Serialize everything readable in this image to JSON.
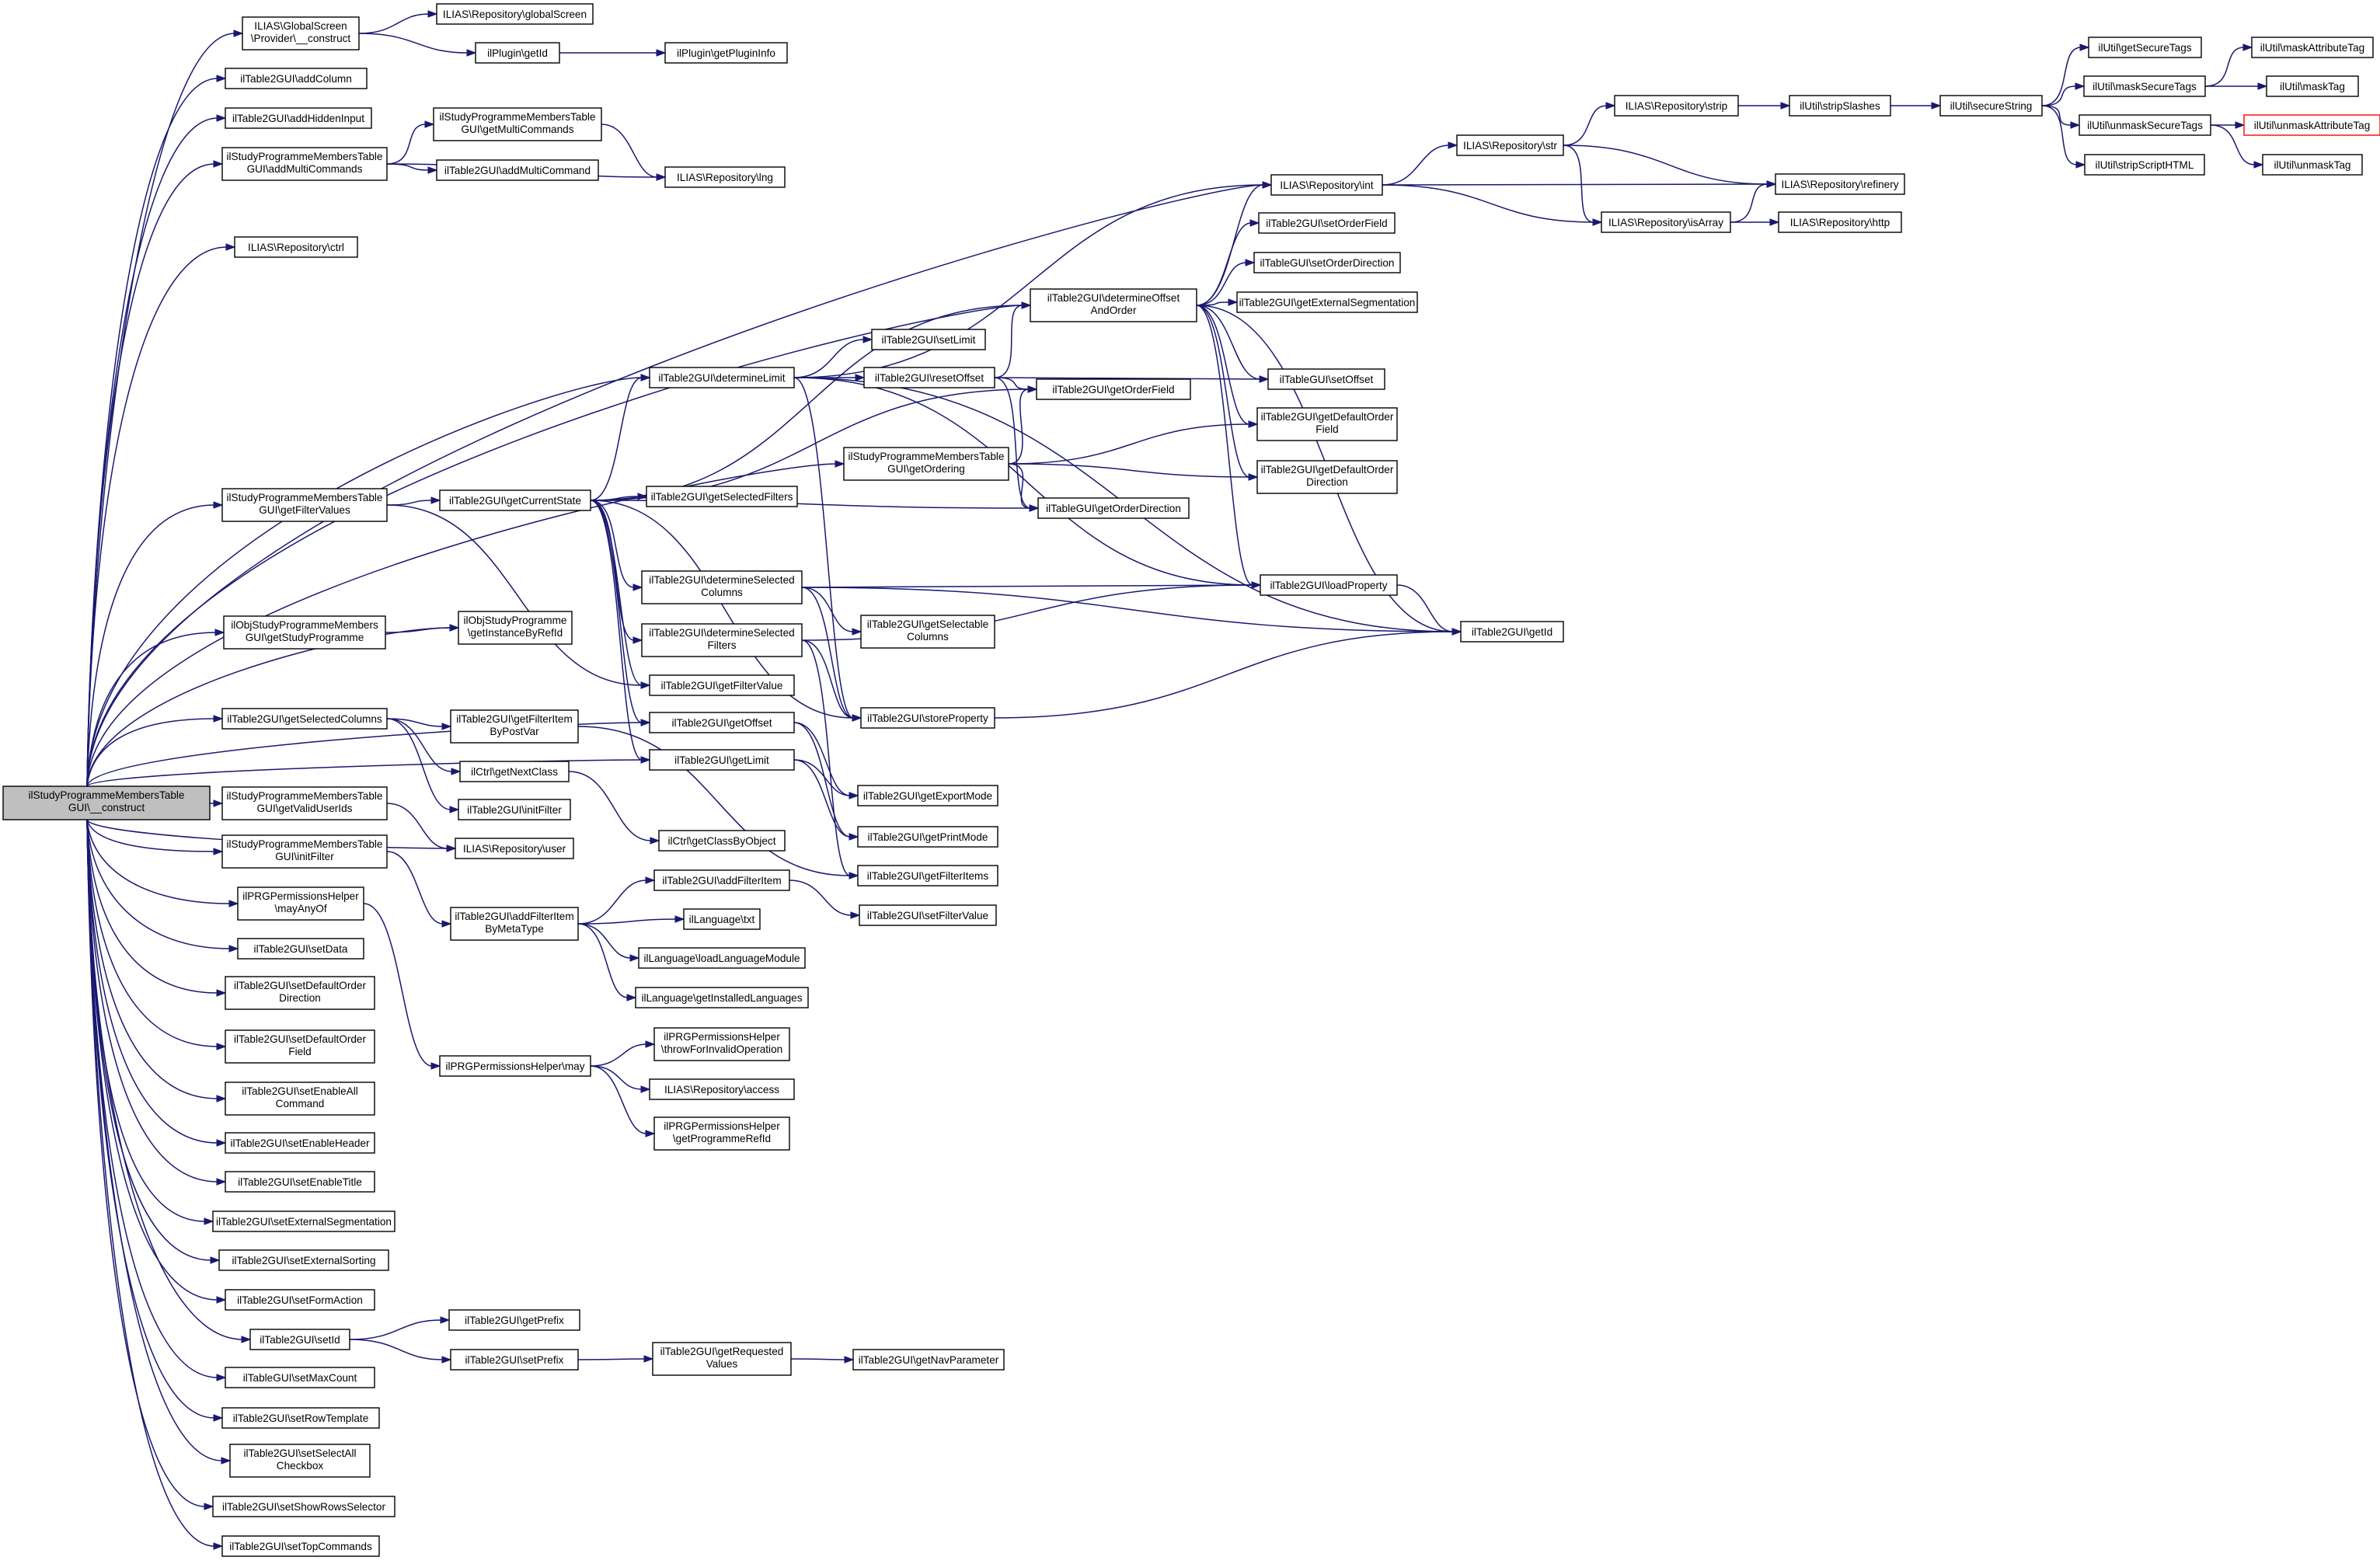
{
  "colors": {
    "edge": "#191970",
    "node_border": "#000000",
    "root_fill": "#bfbfbf",
    "highlight_border": "#ff0000",
    "background": "#ffffff"
  },
  "nodes": [
    {
      "id": "root",
      "lines": [
        "ilStudyProgrammeMembersTable",
        "GUI\\__construct"
      ]
    },
    {
      "id": "gsp",
      "lines": [
        "ILIAS\\GlobalScreen",
        "\\Provider\\__construct"
      ]
    },
    {
      "id": "repoGS",
      "lines": [
        "ILIAS\\Repository\\globalScreen"
      ]
    },
    {
      "id": "plGetId",
      "lines": [
        "ilPlugin\\getId"
      ]
    },
    {
      "id": "plInfo",
      "lines": [
        "ilPlugin\\getPluginInfo"
      ]
    },
    {
      "id": "addCol",
      "lines": [
        "ilTable2GUI\\addColumn"
      ]
    },
    {
      "id": "addHid",
      "lines": [
        "ilTable2GUI\\addHiddenInput"
      ]
    },
    {
      "id": "spAddMC",
      "lines": [
        "ilStudyProgrammeMembersTable",
        "GUI\\addMultiCommands"
      ]
    },
    {
      "id": "spGetMC",
      "lines": [
        "ilStudyProgrammeMembersTable",
        "GUI\\getMultiCommands"
      ]
    },
    {
      "id": "addMC",
      "lines": [
        "ilTable2GUI\\addMultiCommand"
      ]
    },
    {
      "id": "lng",
      "lines": [
        "ILIAS\\Repository\\lng"
      ]
    },
    {
      "id": "ctrl",
      "lines": [
        "ILIAS\\Repository\\ctrl"
      ]
    },
    {
      "id": "int",
      "lines": [
        "ILIAS\\Repository\\int"
      ]
    },
    {
      "id": "str",
      "lines": [
        "ILIAS\\Repository\\str"
      ]
    },
    {
      "id": "strip",
      "lines": [
        "ILIAS\\Repository\\strip"
      ]
    },
    {
      "id": "stripSl",
      "lines": [
        "ilUtil\\stripSlashes"
      ]
    },
    {
      "id": "secStr",
      "lines": [
        "ilUtil\\secureString"
      ]
    },
    {
      "id": "getSecT",
      "lines": [
        "ilUtil\\getSecureTags"
      ]
    },
    {
      "id": "maskSecT",
      "lines": [
        "ilUtil\\maskSecureTags"
      ]
    },
    {
      "id": "unmaskSecT",
      "lines": [
        "ilUtil\\unmaskSecureTags"
      ]
    },
    {
      "id": "stripHTML",
      "lines": [
        "ilUtil\\stripScriptHTML"
      ]
    },
    {
      "id": "maskAttr",
      "lines": [
        "ilUtil\\maskAttributeTag"
      ]
    },
    {
      "id": "maskTag",
      "lines": [
        "ilUtil\\maskTag"
      ]
    },
    {
      "id": "unmaskAttr",
      "lines": [
        "ilUtil\\unmaskAttributeTag"
      ]
    },
    {
      "id": "unmaskTag",
      "lines": [
        "ilUtil\\unmaskTag"
      ]
    },
    {
      "id": "refinery",
      "lines": [
        "ILIAS\\Repository\\refinery"
      ]
    },
    {
      "id": "isArray",
      "lines": [
        "ILIAS\\Repository\\isArray"
      ]
    },
    {
      "id": "http",
      "lines": [
        "ILIAS\\Repository\\http"
      ]
    },
    {
      "id": "setOF",
      "lines": [
        "ilTable2GUI\\setOrderField"
      ]
    },
    {
      "id": "setOD",
      "lines": [
        "ilTableGUI\\setOrderDirection"
      ]
    },
    {
      "id": "getExtSeg",
      "lines": [
        "ilTable2GUI\\getExternalSegmentation"
      ]
    },
    {
      "id": "detOAO",
      "lines": [
        "ilTable2GUI\\determineOffset",
        "AndOrder"
      ]
    },
    {
      "id": "setLimit",
      "lines": [
        "ilTable2GUI\\setLimit"
      ]
    },
    {
      "id": "detLimit",
      "lines": [
        "ilTable2GUI\\determineLimit"
      ]
    },
    {
      "id": "resetOff",
      "lines": [
        "ilTable2GUI\\resetOffset"
      ]
    },
    {
      "id": "setOff",
      "lines": [
        "ilTableGUI\\setOffset"
      ]
    },
    {
      "id": "getOF",
      "lines": [
        "ilTable2GUI\\getOrderField"
      ]
    },
    {
      "id": "getDOF",
      "lines": [
        "ilTable2GUI\\getDefaultOrder",
        "Field"
      ]
    },
    {
      "id": "spGetOrd",
      "lines": [
        "ilStudyProgrammeMembersTable",
        "GUI\\getOrdering"
      ]
    },
    {
      "id": "getDOD",
      "lines": [
        "ilTable2GUI\\getDefaultOrder",
        "Direction"
      ]
    },
    {
      "id": "spGetFV",
      "lines": [
        "ilStudyProgrammeMembersTable",
        "GUI\\getFilterValues"
      ]
    },
    {
      "id": "getCS",
      "lines": [
        "ilTable2GUI\\getCurrentState"
      ]
    },
    {
      "id": "getSelF",
      "lines": [
        "ilTable2GUI\\getSelectedFilters"
      ]
    },
    {
      "id": "getODir",
      "lines": [
        "ilTableGUI\\getOrderDirection"
      ]
    },
    {
      "id": "detSelC",
      "lines": [
        "ilTable2GUI\\determineSelected",
        "Columns"
      ]
    },
    {
      "id": "loadProp",
      "lines": [
        "ilTable2GUI\\loadProperty"
      ]
    },
    {
      "id": "getSelectable",
      "lines": [
        "ilTable2GUI\\getSelectable",
        "Columns"
      ]
    },
    {
      "id": "getIdT",
      "lines": [
        "ilTable2GUI\\getId"
      ]
    },
    {
      "id": "objSP",
      "lines": [
        "ilObjStudyProgrammeMembers",
        "GUI\\getStudyProgramme"
      ]
    },
    {
      "id": "getInst",
      "lines": [
        "ilObjStudyProgramme",
        "\\getInstanceByRefId"
      ]
    },
    {
      "id": "detSelF",
      "lines": [
        "ilTable2GUI\\determineSelected",
        "Filters"
      ]
    },
    {
      "id": "getFV",
      "lines": [
        "ilTable2GUI\\getFilterValue"
      ]
    },
    {
      "id": "storeProp",
      "lines": [
        "ilTable2GUI\\storeProperty"
      ]
    },
    {
      "id": "getSelCol",
      "lines": [
        "ilTable2GUI\\getSelectedColumns"
      ]
    },
    {
      "id": "getFIPV",
      "lines": [
        "ilTable2GUI\\getFilterItem",
        "ByPostVar"
      ]
    },
    {
      "id": "getOffset",
      "lines": [
        "ilTable2GUI\\getOffset"
      ]
    },
    {
      "id": "getNextClass",
      "lines": [
        "ilCtrl\\getNextClass"
      ]
    },
    {
      "id": "getLimit",
      "lines": [
        "ilTable2GUI\\getLimit"
      ]
    },
    {
      "id": "getExpMode",
      "lines": [
        "ilTable2GUI\\getExportMode"
      ]
    },
    {
      "id": "initFilter",
      "lines": [
        "ilTable2GUI\\initFilter"
      ]
    },
    {
      "id": "spValid",
      "lines": [
        "ilStudyProgrammeMembersTable",
        "GUI\\getValidUserIds"
      ]
    },
    {
      "id": "getPrintMode",
      "lines": [
        "ilTable2GUI\\getPrintMode"
      ]
    },
    {
      "id": "classByObj",
      "lines": [
        "ilCtrl\\getClassByObject"
      ]
    },
    {
      "id": "user",
      "lines": [
        "ILIAS\\Repository\\user"
      ]
    },
    {
      "id": "spInitF",
      "lines": [
        "ilStudyProgrammeMembersTable",
        "GUI\\initFilter"
      ]
    },
    {
      "id": "getFItems",
      "lines": [
        "ilTable2GUI\\getFilterItems"
      ]
    },
    {
      "id": "addFI",
      "lines": [
        "ilTable2GUI\\addFilterItem"
      ]
    },
    {
      "id": "prgMayAny",
      "lines": [
        "ilPRGPermissionsHelper",
        "\\mayAnyOf"
      ]
    },
    {
      "id": "setFV",
      "lines": [
        "ilTable2GUI\\setFilterValue"
      ]
    },
    {
      "id": "addFIMT",
      "lines": [
        "ilTable2GUI\\addFilterItem",
        "ByMetaType"
      ]
    },
    {
      "id": "txt",
      "lines": [
        "ilLanguage\\txt"
      ]
    },
    {
      "id": "setData",
      "lines": [
        "ilTable2GUI\\setData"
      ]
    },
    {
      "id": "loadLM",
      "lines": [
        "ilLanguage\\loadLanguageModule"
      ]
    },
    {
      "id": "setDOD",
      "lines": [
        "ilTable2GUI\\setDefaultOrder",
        "Direction"
      ]
    },
    {
      "id": "getInstLang",
      "lines": [
        "ilLanguage\\getInstalledLanguages"
      ]
    },
    {
      "id": "setDOF",
      "lines": [
        "ilTable2GUI\\setDefaultOrder",
        "Field"
      ]
    },
    {
      "id": "throwInv",
      "lines": [
        "ilPRGPermissionsHelper",
        "\\throwForInvalidOperation"
      ]
    },
    {
      "id": "prgMay",
      "lines": [
        "ilPRGPermissionsHelper\\may"
      ]
    },
    {
      "id": "setEAC",
      "lines": [
        "ilTable2GUI\\setEnableAll",
        "Command"
      ]
    },
    {
      "id": "access",
      "lines": [
        "ILIAS\\Repository\\access"
      ]
    },
    {
      "id": "getProgRef",
      "lines": [
        "ilPRGPermissionsHelper",
        "\\getProgrammeRefId"
      ]
    },
    {
      "id": "setEH",
      "lines": [
        "ilTable2GUI\\setEnableHeader"
      ]
    },
    {
      "id": "setET",
      "lines": [
        "ilTable2GUI\\setEnableTitle"
      ]
    },
    {
      "id": "setExtSeg",
      "lines": [
        "ilTable2GUI\\setExternalSegmentation"
      ]
    },
    {
      "id": "setExtSort",
      "lines": [
        "ilTable2GUI\\setExternalSorting"
      ]
    },
    {
      "id": "setFA",
      "lines": [
        "ilTable2GUI\\setFormAction"
      ]
    },
    {
      "id": "setIdT",
      "lines": [
        "ilTable2GUI\\setId"
      ]
    },
    {
      "id": "getPrefix",
      "lines": [
        "ilTable2GUI\\getPrefix"
      ]
    },
    {
      "id": "setPrefix",
      "lines": [
        "ilTable2GUI\\setPrefix"
      ]
    },
    {
      "id": "getReqVal",
      "lines": [
        "ilTable2GUI\\getRequested",
        "Values"
      ]
    },
    {
      "id": "getNavP",
      "lines": [
        "ilTable2GUI\\getNavParameter"
      ]
    },
    {
      "id": "setMax",
      "lines": [
        "ilTableGUI\\setMaxCount"
      ]
    },
    {
      "id": "setRowT",
      "lines": [
        "ilTable2GUI\\setRowTemplate"
      ]
    },
    {
      "id": "setSAC",
      "lines": [
        "ilTable2GUI\\setSelectAll",
        "Checkbox"
      ]
    },
    {
      "id": "setSRS",
      "lines": [
        "ilTable2GUI\\setShowRowsSelector"
      ]
    },
    {
      "id": "setTopC",
      "lines": [
        "ilTable2GUI\\setTopCommands"
      ]
    }
  ]
}
